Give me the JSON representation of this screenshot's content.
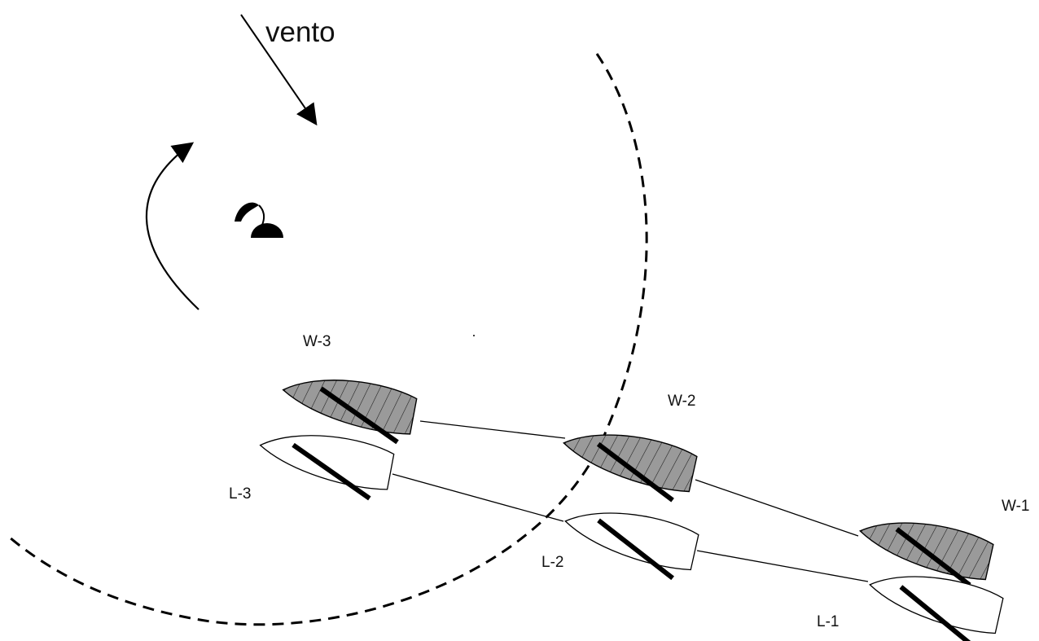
{
  "wind_label": "vento",
  "boats": [
    {
      "id": "W-3",
      "label": "W-3",
      "hull": "windward"
    },
    {
      "id": "L-3",
      "label": "L-3",
      "hull": "leeward"
    },
    {
      "id": "W-2",
      "label": "W-2",
      "hull": "windward"
    },
    {
      "id": "L-2",
      "label": "L-2",
      "hull": "leeward"
    },
    {
      "id": "W-1",
      "label": "W-1",
      "hull": "windward"
    },
    {
      "id": "L-1",
      "label": "L-1",
      "hull": "leeward"
    }
  ],
  "colors": {
    "windward_hull": "#9a9a9a",
    "leeward_hull": "#ffffff",
    "ink": "#000000"
  },
  "icons": {
    "mark": "buoy-icon",
    "rotation": "curved-arrow-icon",
    "wind": "wind-arrow-icon"
  }
}
